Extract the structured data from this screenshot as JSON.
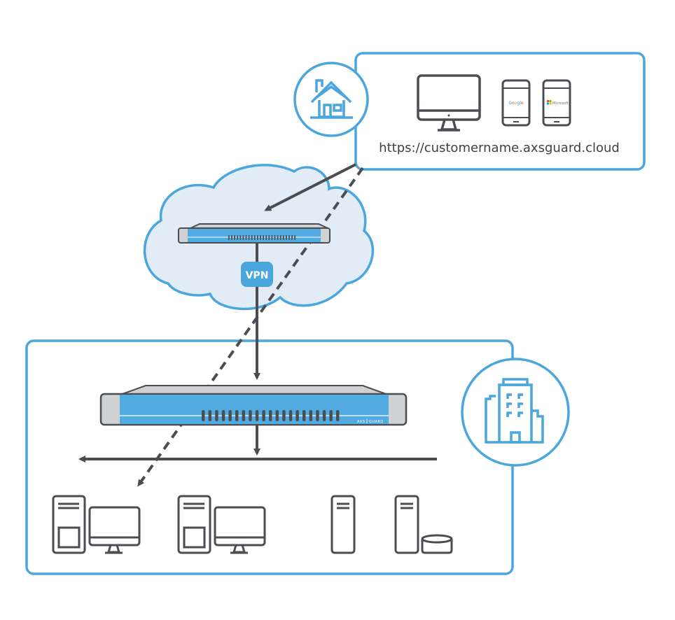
{
  "remote_site": {
    "url": "https://customername.axsguard.cloud",
    "home_icon": "house-icon",
    "devices": [
      "desktop-monitor-icon",
      "phone-google-icon",
      "phone-microsoft-icon"
    ],
    "phone_apps": [
      "Google",
      "Microsoft"
    ]
  },
  "cloud": {
    "appliance": "cloud-appliance-icon",
    "tunnel_label": "VPN"
  },
  "office": {
    "building_icon": "office-building-icon",
    "appliance_brand_left": "AXS",
    "appliance_brand_right": "GUARD",
    "endpoints": [
      "workstation-1",
      "workstation-2",
      "server-1",
      "server-storage"
    ]
  },
  "colors": {
    "accent": "#4aa6dc",
    "line": "#4a4d52",
    "cloud_fill": "#e2ecf7",
    "appliance_blue": "#52abe0",
    "appliance_grey": "#d0d1d3"
  }
}
